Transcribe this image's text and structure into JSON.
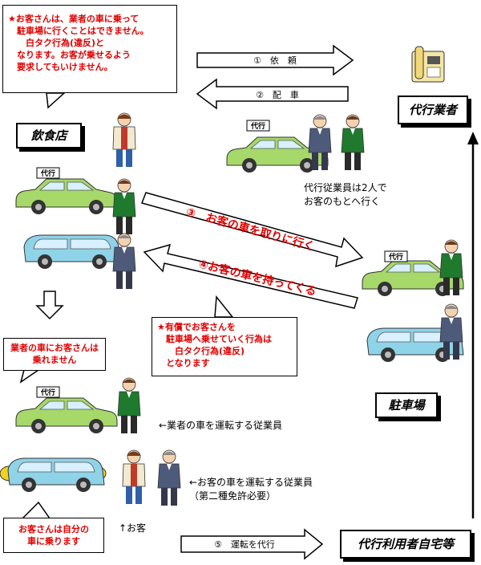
{
  "callouts": {
    "top": {
      "lines": [
        "★お客さんは、業者の車に乗って",
        "　駐車場に行くことはできません。",
        "　　白タク行為(違反)と",
        "　なります。お客が乗せるよう",
        "　要求してもいけません。"
      ]
    },
    "middle": {
      "lines": [
        "業者の車にお客さんは",
        "乗れません"
      ]
    },
    "center": {
      "lines": [
        "★有償でお客さんを",
        "　駐車場へ乗せていく行為は",
        "　　白タク行為(違反)",
        "　となります"
      ]
    },
    "bottom": {
      "lines": [
        "お客さんは自分の",
        "車に乗ります"
      ]
    }
  },
  "places": {
    "restaurant": "飲食店",
    "agency": "代行業者",
    "parking": "駐車場",
    "home": "代行利用者自宅等"
  },
  "arrows": {
    "request": "①　依　頼",
    "dispatch": "②　配　車",
    "pickup": "③　お客の車を取りに行く",
    "bring": "④お客の車を持ってくる",
    "drive": "⑤　運転を代行"
  },
  "notes": {
    "two_staff": [
      "代行従業員は2人で",
      "お客のもとへ行く"
    ],
    "driver_agency": "←業者の車を運転する従業員",
    "driver_customer": [
      "←お客の車を運転する従業員",
      "（第二種免許必要）"
    ],
    "customer": "↑お客"
  },
  "car_sign": "代行",
  "colors": {
    "red": "#e00000",
    "green_car": "#a6d86a",
    "blue_car": "#8fd3e8",
    "staff_green": "#1f7a2e",
    "staff_gray": "#4e5a7a"
  }
}
